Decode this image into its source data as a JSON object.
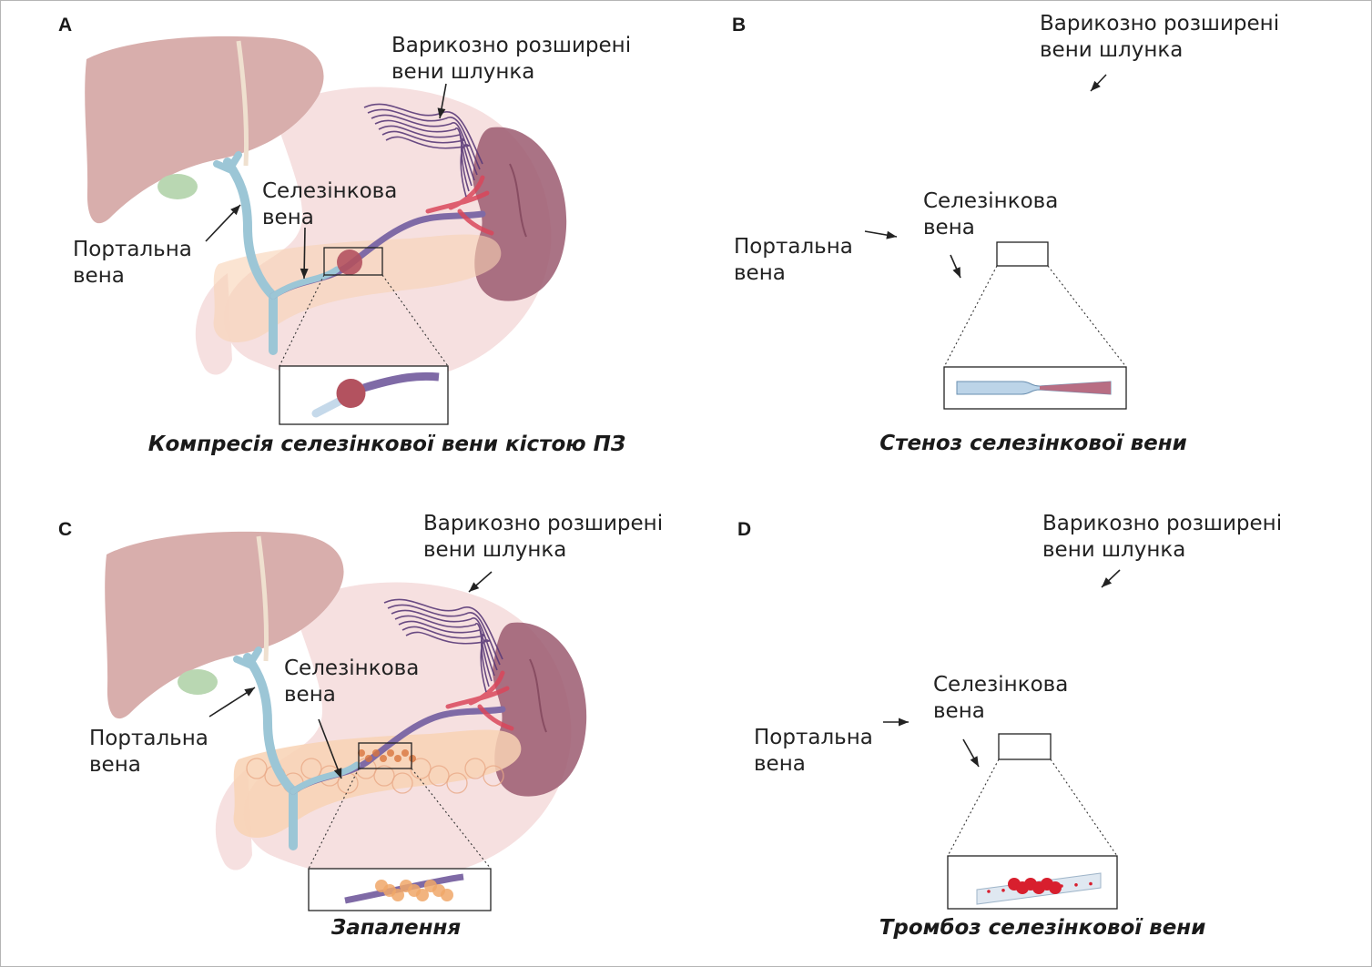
{
  "panels": [
    {
      "letter": "A",
      "varices": [
        "Варикозно розширені",
        "вени шлунка"
      ],
      "splenic": [
        "Селезінкова",
        "вена"
      ],
      "portal": [
        "Портальна",
        "вена"
      ],
      "caption": "Компресія селезінкової вени кістою ПЗ",
      "mechanism": "pseudocyst"
    },
    {
      "letter": "B",
      "varices": [
        "Варикозно розширені",
        "вени шлунка"
      ],
      "splenic": [
        "Селезінкова",
        "вена"
      ],
      "portal": [
        "Портальна",
        "вена"
      ],
      "caption": "Стеноз селезінкової вени",
      "mechanism": "stenosis"
    },
    {
      "letter": "C",
      "varices": [
        "Варикозно розширені",
        "вени шлунка"
      ],
      "splenic": [
        "Селезінкова",
        "вена"
      ],
      "portal": [
        "Портальна",
        "вена"
      ],
      "caption": "Запалення",
      "mechanism": "inflammation"
    },
    {
      "letter": "D",
      "varices": [
        "Варикозно розширені",
        "вени шлунка"
      ],
      "splenic": [
        "Селезінкова",
        "вена"
      ],
      "portal": [
        "Портальна",
        "вена"
      ],
      "caption": "Тромбоз селезінкової вени",
      "mechanism": "thrombosis"
    }
  ],
  "colors": {
    "liver": "#d8aeac",
    "stomach": "#f6dede",
    "spleen": "#9b5a70",
    "portal_vein": "#9cc6d6",
    "splenic_vein": "#7f6aa6",
    "artery": "#d9465a",
    "pancreas": "#f8d2b4",
    "gallbladder": "#b9d7b2",
    "varices": "#5a3a78"
  }
}
